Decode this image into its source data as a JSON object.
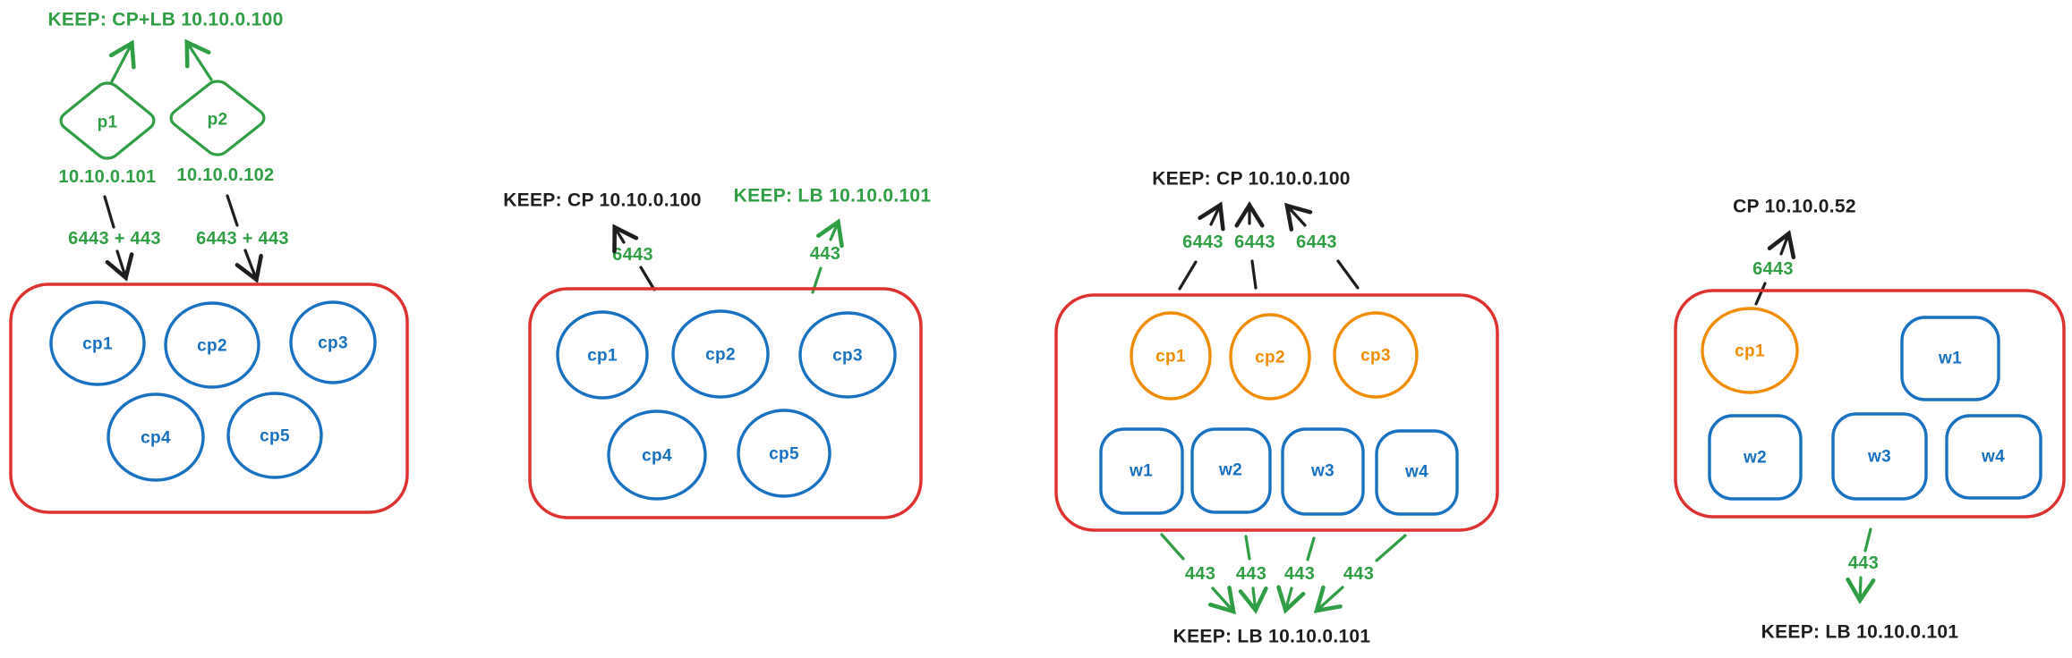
{
  "background_color": "#ffffff",
  "colors": {
    "green": "#2f9e44",
    "blue": "#1971c2",
    "red": "#e03131",
    "orange": "#f08c00",
    "ink": "#1e1e1e"
  },
  "cluster1": {
    "keep_label": "KEEP: CP+LB 10.10.0.100",
    "proxies": [
      {
        "label": "p1",
        "ip": "10.10.0.101",
        "port_label": "6443 + 443"
      },
      {
        "label": "p2",
        "ip": "10.10.0.102",
        "port_label": "6443 + 443"
      }
    ],
    "nodes": [
      "cp1",
      "cp2",
      "cp3",
      "cp4",
      "cp5"
    ]
  },
  "cluster2": {
    "keep_cp_label": "KEEP: CP 10.10.0.100",
    "keep_lb_label": "KEEP: LB 10.10.0.101",
    "cp_port": "6443",
    "lb_port": "443",
    "nodes": [
      "cp1",
      "cp2",
      "cp3",
      "cp4",
      "cp5"
    ]
  },
  "cluster3": {
    "keep_cp_label": "KEEP: CP 10.10.0.100",
    "cp_ports": [
      "6443",
      "6443",
      "6443"
    ],
    "control_nodes": [
      "cp1",
      "cp2",
      "cp3"
    ],
    "worker_nodes": [
      "w1",
      "w2",
      "w3",
      "w4"
    ],
    "lb_ports": [
      "443",
      "443",
      "443",
      "443"
    ],
    "keep_lb_label": "KEEP: LB 10.10.0.101"
  },
  "cluster4": {
    "cp_label": "CP 10.10.0.52",
    "cp_port": "6443",
    "control_nodes": [
      "cp1"
    ],
    "worker_nodes": [
      "w1",
      "w2",
      "w3",
      "w4"
    ],
    "lb_port": "443",
    "keep_lb_label": "KEEP: LB 10.10.0.101"
  }
}
